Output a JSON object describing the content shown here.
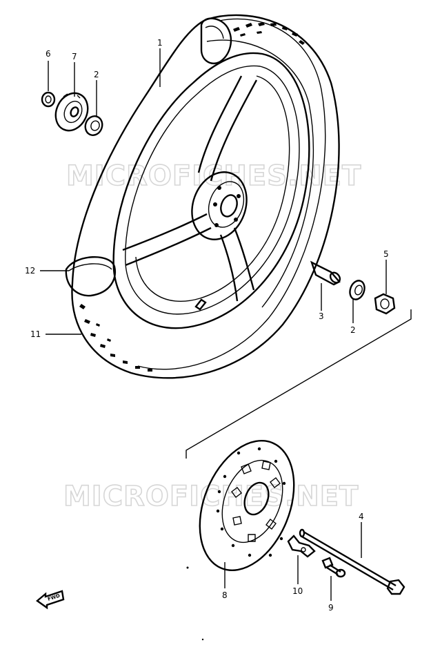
{
  "diagram": {
    "watermark_top": "MICROFICHES.NET",
    "watermark_bottom": "MICROFICHES.NET",
    "direction_marker": "FWD",
    "parts": [
      {
        "id": "p1",
        "number": "1"
      },
      {
        "id": "p2a",
        "number": "2"
      },
      {
        "id": "p2b",
        "number": "2"
      },
      {
        "id": "p3",
        "number": "3"
      },
      {
        "id": "p4",
        "number": "4"
      },
      {
        "id": "p5",
        "number": "5"
      },
      {
        "id": "p6",
        "number": "6"
      },
      {
        "id": "p7",
        "number": "7"
      },
      {
        "id": "p8",
        "number": "8"
      },
      {
        "id": "p9",
        "number": "9"
      },
      {
        "id": "p10",
        "number": "10"
      },
      {
        "id": "p11",
        "number": "11"
      },
      {
        "id": "p12",
        "number": "12"
      }
    ]
  }
}
